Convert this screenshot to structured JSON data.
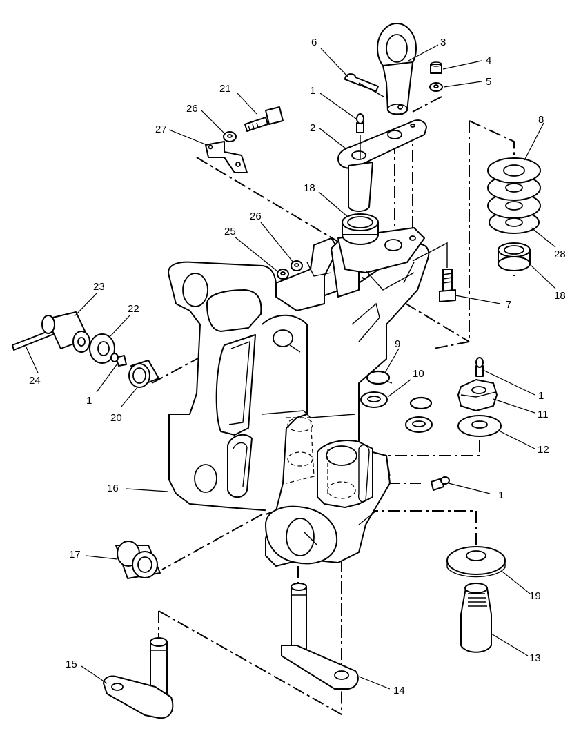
{
  "diagram": {
    "callouts": [
      {
        "id": "c6",
        "text": "6"
      },
      {
        "id": "c3",
        "text": "3"
      },
      {
        "id": "c4",
        "text": "4"
      },
      {
        "id": "c5",
        "text": "5"
      },
      {
        "id": "c1a",
        "text": "1"
      },
      {
        "id": "c2",
        "text": "2"
      },
      {
        "id": "c21",
        "text": "21"
      },
      {
        "id": "c26a",
        "text": "26"
      },
      {
        "id": "c27",
        "text": "27"
      },
      {
        "id": "c8",
        "text": "8"
      },
      {
        "id": "c18a",
        "text": "18"
      },
      {
        "id": "c28",
        "text": "28"
      },
      {
        "id": "c18b",
        "text": "18"
      },
      {
        "id": "c26b",
        "text": "26"
      },
      {
        "id": "c25",
        "text": "25"
      },
      {
        "id": "c7",
        "text": "7"
      },
      {
        "id": "c23",
        "text": "23"
      },
      {
        "id": "c22",
        "text": "22"
      },
      {
        "id": "c24",
        "text": "24"
      },
      {
        "id": "c1b",
        "text": "1"
      },
      {
        "id": "c20",
        "text": "20"
      },
      {
        "id": "c9",
        "text": "9"
      },
      {
        "id": "c10",
        "text": "10"
      },
      {
        "id": "c1c",
        "text": "1"
      },
      {
        "id": "c11",
        "text": "11"
      },
      {
        "id": "c12",
        "text": "12"
      },
      {
        "id": "c16",
        "text": "16"
      },
      {
        "id": "c1d",
        "text": "1"
      },
      {
        "id": "c17",
        "text": "17"
      },
      {
        "id": "c19",
        "text": "19"
      },
      {
        "id": "c13",
        "text": "13"
      },
      {
        "id": "c15",
        "text": "15"
      },
      {
        "id": "c14",
        "text": "14"
      }
    ]
  }
}
